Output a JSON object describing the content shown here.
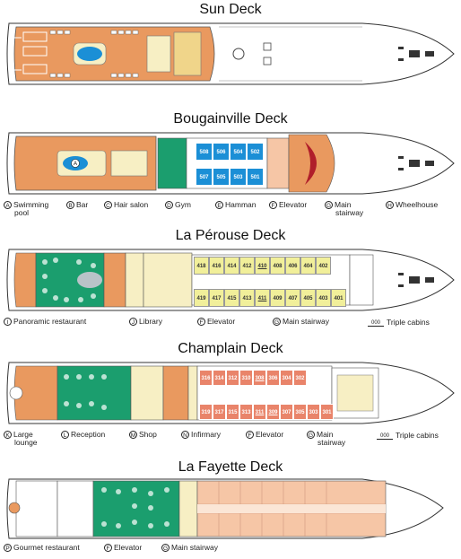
{
  "decks": [
    {
      "title": "Sun Deck",
      "legend": []
    },
    {
      "title": "Bougainville Deck",
      "cabins_top": [
        "508",
        "506",
        "504",
        "502"
      ],
      "cabins_bottom": [
        "507",
        "505",
        "503",
        "501"
      ],
      "legend": [
        {
          "letter": "A",
          "label": "Swimming",
          "label2": "pool"
        },
        {
          "letter": "B",
          "label": "Bar"
        },
        {
          "letter": "C",
          "label": "Hair salon"
        },
        {
          "letter": "D",
          "label": "Gym"
        },
        {
          "letter": "E",
          "label": "Hamman"
        },
        {
          "letter": "F",
          "label": "Elevator"
        },
        {
          "letter": "G",
          "label": "Main",
          "label2": "stairway"
        },
        {
          "letter": "H",
          "label": "Wheelhouse"
        }
      ]
    },
    {
      "title": "La Pérouse Deck",
      "cabins_top": [
        "418",
        "416",
        "414",
        "412",
        "410",
        "408",
        "406",
        "404",
        "402"
      ],
      "cabins_bottom": [
        "419",
        "417",
        "415",
        "413",
        "411",
        "409",
        "407",
        "405",
        "403",
        "401"
      ],
      "legend": [
        {
          "letter": "I",
          "label": "Panoramic restaurant"
        },
        {
          "letter": "J",
          "label": "Library"
        },
        {
          "letter": "F",
          "label": "Elevator"
        },
        {
          "letter": "G",
          "label": "Main stairway"
        }
      ],
      "triple": "Triple cabins"
    },
    {
      "title": "Champlain Deck",
      "cabins_top": [
        "316",
        "314",
        "312",
        "310",
        "308",
        "306",
        "304",
        "302"
      ],
      "cabins_bottom": [
        "319",
        "317",
        "315",
        "313",
        "311",
        "309",
        "307",
        "305",
        "303",
        "301"
      ],
      "legend": [
        {
          "letter": "K",
          "label": "Large",
          "label2": "lounge"
        },
        {
          "letter": "L",
          "label": "Reception"
        },
        {
          "letter": "M",
          "label": "Shop"
        },
        {
          "letter": "N",
          "label": "Infirmary"
        },
        {
          "letter": "F",
          "label": "Elevator"
        },
        {
          "letter": "G",
          "label": "Main",
          "label2": "stairway"
        }
      ],
      "triple": "Triple cabins"
    },
    {
      "title": "La Fayette Deck",
      "legend": [
        {
          "letter": "P",
          "label": "Gourmet restaurant"
        },
        {
          "letter": "F",
          "label": "Elevator"
        },
        {
          "letter": "G",
          "label": "Main stairway"
        }
      ]
    }
  ],
  "triple_mark": "000",
  "colors": {
    "wood": "#e9995f",
    "cream": "#f7efc4",
    "blue": "#1b8fd6",
    "green": "#1b9e6e",
    "cabin_yellow": "#f1ef9a",
    "cabin_red": "#e9846a",
    "cabin_salmon": "#f6c6a6",
    "wheel": "#b01e2a"
  }
}
